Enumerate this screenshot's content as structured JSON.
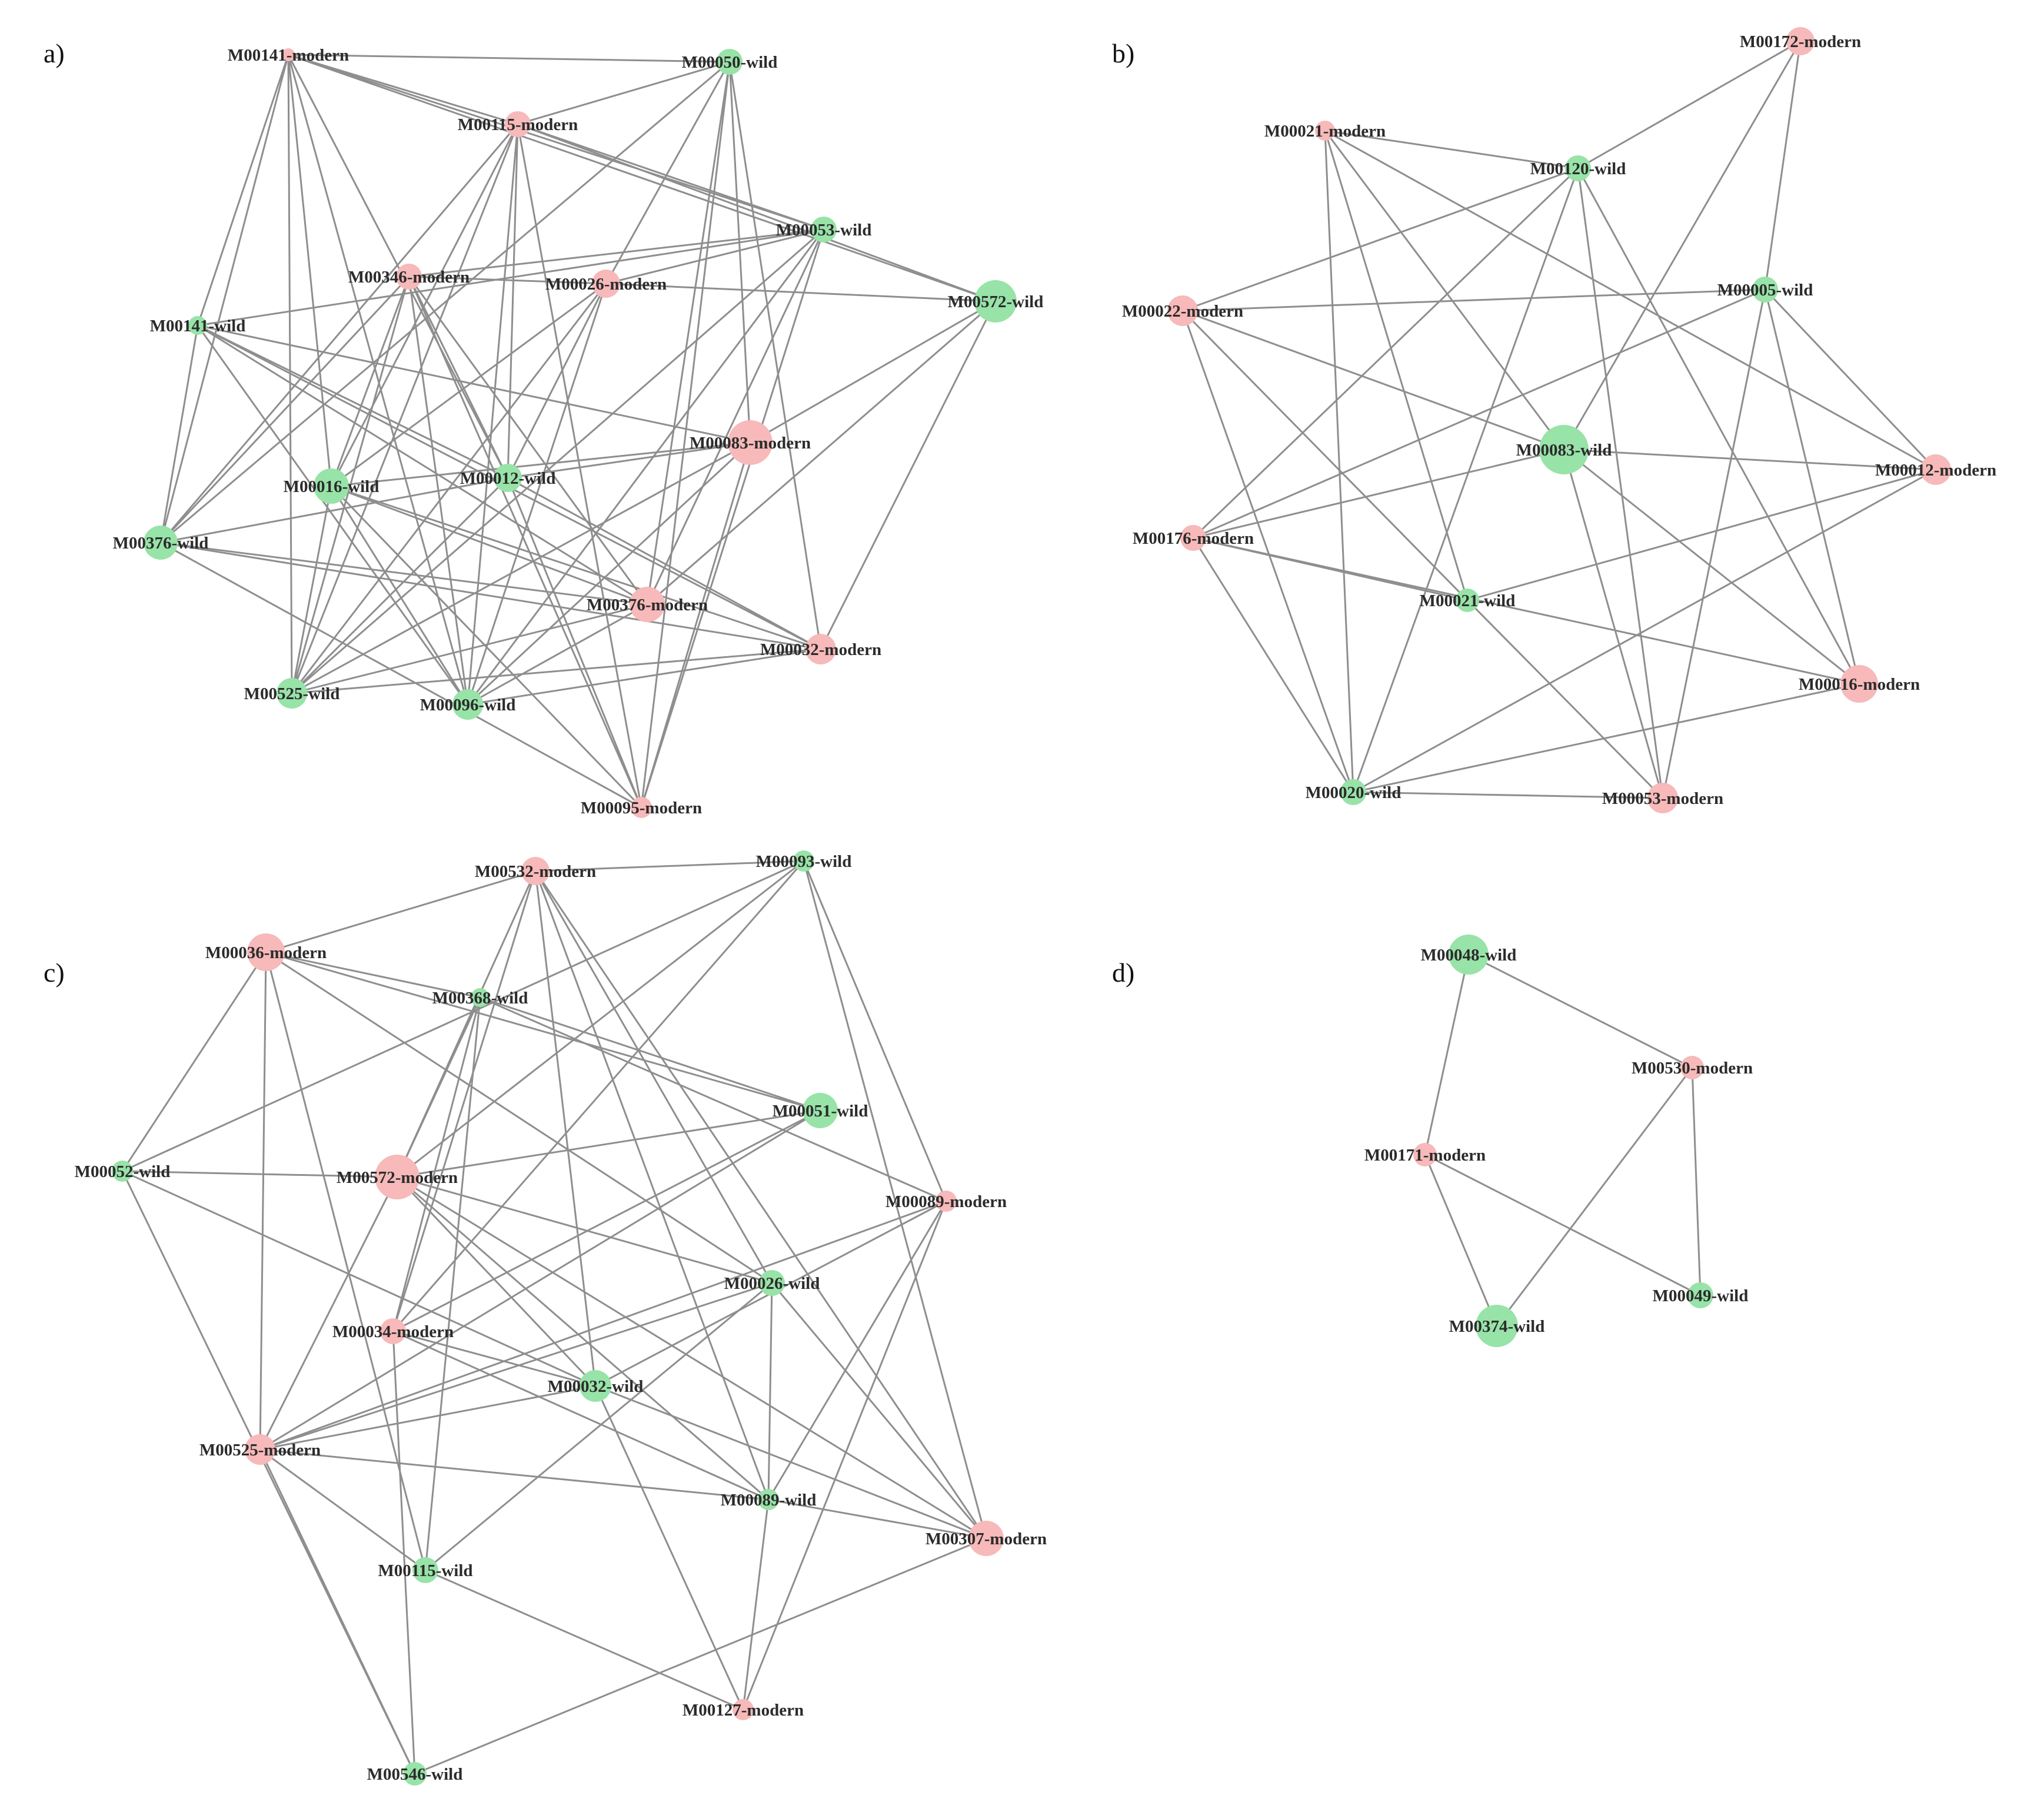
{
  "colors": {
    "modern": "#f7b9b9",
    "wild": "#98e3a8",
    "edge": "#8e8e8e"
  },
  "panels": [
    {
      "id": "a",
      "label": "a)",
      "nodes": [
        {
          "id": "a1",
          "label": "M00141-modern",
          "group": "modern"
        },
        {
          "id": "a2",
          "label": "M00050-wild",
          "group": "wild"
        },
        {
          "id": "a3",
          "label": "M00115-modern",
          "group": "modern"
        },
        {
          "id": "a4",
          "label": "M00053-wild",
          "group": "wild"
        },
        {
          "id": "a5",
          "label": "M00346-modern",
          "group": "modern"
        },
        {
          "id": "a6",
          "label": "M00026-modern",
          "group": "modern"
        },
        {
          "id": "a7",
          "label": "M00572-wild",
          "group": "wild"
        },
        {
          "id": "a8",
          "label": "M00141-wild",
          "group": "wild"
        },
        {
          "id": "a9",
          "label": "M00083-modern",
          "group": "modern"
        },
        {
          "id": "a10",
          "label": "M00016-wild",
          "group": "wild"
        },
        {
          "id": "a11",
          "label": "M00012-wild",
          "group": "wild"
        },
        {
          "id": "a12",
          "label": "M00376-wild",
          "group": "wild"
        },
        {
          "id": "a13",
          "label": "M00376-modern",
          "group": "modern"
        },
        {
          "id": "a14",
          "label": "M00032-modern",
          "group": "modern"
        },
        {
          "id": "a15",
          "label": "M00525-wild",
          "group": "wild"
        },
        {
          "id": "a16",
          "label": "M00096-wild",
          "group": "wild"
        },
        {
          "id": "a17",
          "label": "M00095-modern",
          "group": "modern"
        }
      ],
      "edges": [
        [
          "a1",
          "a2"
        ],
        [
          "a1",
          "a3"
        ],
        [
          "a1",
          "a4"
        ],
        [
          "a1",
          "a7"
        ],
        [
          "a1",
          "a8"
        ],
        [
          "a1",
          "a10"
        ],
        [
          "a1",
          "a11"
        ],
        [
          "a1",
          "a12"
        ],
        [
          "a1",
          "a15"
        ],
        [
          "a1",
          "a16"
        ],
        [
          "a2",
          "a3"
        ],
        [
          "a2",
          "a6"
        ],
        [
          "a2",
          "a9"
        ],
        [
          "a2",
          "a12"
        ],
        [
          "a2",
          "a13"
        ],
        [
          "a2",
          "a14"
        ],
        [
          "a2",
          "a17"
        ],
        [
          "a3",
          "a4"
        ],
        [
          "a3",
          "a7"
        ],
        [
          "a3",
          "a10"
        ],
        [
          "a3",
          "a11"
        ],
        [
          "a3",
          "a12"
        ],
        [
          "a3",
          "a15"
        ],
        [
          "a3",
          "a16"
        ],
        [
          "a3",
          "a17"
        ],
        [
          "a4",
          "a5"
        ],
        [
          "a4",
          "a6"
        ],
        [
          "a4",
          "a8"
        ],
        [
          "a4",
          "a13"
        ],
        [
          "a4",
          "a15"
        ],
        [
          "a4",
          "a16"
        ],
        [
          "a4",
          "a17"
        ],
        [
          "a5",
          "a6"
        ],
        [
          "a5",
          "a10"
        ],
        [
          "a5",
          "a11"
        ],
        [
          "a5",
          "a12"
        ],
        [
          "a5",
          "a13"
        ],
        [
          "a5",
          "a15"
        ],
        [
          "a5",
          "a16"
        ],
        [
          "a5",
          "a17"
        ],
        [
          "a6",
          "a7"
        ],
        [
          "a6",
          "a10"
        ],
        [
          "a6",
          "a11"
        ],
        [
          "a6",
          "a15"
        ],
        [
          "a6",
          "a16"
        ],
        [
          "a7",
          "a9"
        ],
        [
          "a7",
          "a13"
        ],
        [
          "a7",
          "a14"
        ],
        [
          "a8",
          "a9"
        ],
        [
          "a8",
          "a11"
        ],
        [
          "a8",
          "a12"
        ],
        [
          "a8",
          "a13"
        ],
        [
          "a8",
          "a14"
        ],
        [
          "a8",
          "a16"
        ],
        [
          "a9",
          "a10"
        ],
        [
          "a9",
          "a11"
        ],
        [
          "a9",
          "a15"
        ],
        [
          "a9",
          "a16"
        ],
        [
          "a9",
          "a17"
        ],
        [
          "a10",
          "a13"
        ],
        [
          "a10",
          "a14"
        ],
        [
          "a10",
          "a15"
        ],
        [
          "a10",
          "a16"
        ],
        [
          "a10",
          "a17"
        ],
        [
          "a11",
          "a12"
        ],
        [
          "a11",
          "a14"
        ],
        [
          "a11",
          "a15"
        ],
        [
          "a11",
          "a17"
        ],
        [
          "a12",
          "a13"
        ],
        [
          "a12",
          "a14"
        ],
        [
          "a12",
          "a17"
        ],
        [
          "a13",
          "a15"
        ],
        [
          "a13",
          "a16"
        ],
        [
          "a14",
          "a15"
        ],
        [
          "a14",
          "a16"
        ]
      ]
    },
    {
      "id": "b",
      "label": "b)",
      "nodes": [
        {
          "id": "b1",
          "label": "M00172-modern",
          "group": "modern"
        },
        {
          "id": "b2",
          "label": "M00021-modern",
          "group": "modern"
        },
        {
          "id": "b3",
          "label": "M00120-wild",
          "group": "wild"
        },
        {
          "id": "b4",
          "label": "M00005-wild",
          "group": "wild"
        },
        {
          "id": "b5",
          "label": "M00022-modern",
          "group": "modern"
        },
        {
          "id": "b6",
          "label": "M00083-wild",
          "group": "wild"
        },
        {
          "id": "b7",
          "label": "M00012-modern",
          "group": "modern"
        },
        {
          "id": "b8",
          "label": "M00176-modern",
          "group": "modern"
        },
        {
          "id": "b9",
          "label": "M00021-wild",
          "group": "wild"
        },
        {
          "id": "b10",
          "label": "M00016-modern",
          "group": "modern"
        },
        {
          "id": "b11",
          "label": "M00020-wild",
          "group": "wild"
        },
        {
          "id": "b12",
          "label": "M00053-modern",
          "group": "modern"
        }
      ],
      "edges": [
        [
          "b1",
          "b3"
        ],
        [
          "b1",
          "b4"
        ],
        [
          "b1",
          "b6"
        ],
        [
          "b2",
          "b3"
        ],
        [
          "b2",
          "b6"
        ],
        [
          "b2",
          "b7"
        ],
        [
          "b2",
          "b9"
        ],
        [
          "b2",
          "b11"
        ],
        [
          "b3",
          "b5"
        ],
        [
          "b3",
          "b8"
        ],
        [
          "b3",
          "b10"
        ],
        [
          "b3",
          "b11"
        ],
        [
          "b3",
          "b12"
        ],
        [
          "b4",
          "b5"
        ],
        [
          "b4",
          "b7"
        ],
        [
          "b4",
          "b8"
        ],
        [
          "b4",
          "b10"
        ],
        [
          "b4",
          "b12"
        ],
        [
          "b5",
          "b6"
        ],
        [
          "b5",
          "b9"
        ],
        [
          "b5",
          "b11"
        ],
        [
          "b6",
          "b7"
        ],
        [
          "b6",
          "b8"
        ],
        [
          "b6",
          "b10"
        ],
        [
          "b6",
          "b12"
        ],
        [
          "b7",
          "b9"
        ],
        [
          "b7",
          "b11"
        ],
        [
          "b8",
          "b9"
        ],
        [
          "b8",
          "b11"
        ],
        [
          "b8",
          "b10"
        ],
        [
          "b9",
          "b12"
        ],
        [
          "b10",
          "b11"
        ],
        [
          "b11",
          "b12"
        ]
      ]
    },
    {
      "id": "c",
      "label": "c)",
      "nodes": [
        {
          "id": "c1",
          "label": "M00532-modern",
          "group": "modern"
        },
        {
          "id": "c2",
          "label": "M00093-wild",
          "group": "wild"
        },
        {
          "id": "c3",
          "label": "M00036-modern",
          "group": "modern"
        },
        {
          "id": "c4",
          "label": "M00368-wild",
          "group": "wild"
        },
        {
          "id": "c5",
          "label": "M00051-wild",
          "group": "wild"
        },
        {
          "id": "c6",
          "label": "M00052-wild",
          "group": "wild"
        },
        {
          "id": "c7",
          "label": "M00572-modern",
          "group": "modern"
        },
        {
          "id": "c8",
          "label": "M00089-modern",
          "group": "modern"
        },
        {
          "id": "c9",
          "label": "M00026-wild",
          "group": "wild"
        },
        {
          "id": "c10",
          "label": "M00034-modern",
          "group": "modern"
        },
        {
          "id": "c11",
          "label": "M00032-wild",
          "group": "wild"
        },
        {
          "id": "c12",
          "label": "M00525-modern",
          "group": "modern"
        },
        {
          "id": "c13",
          "label": "M00089-wild",
          "group": "wild"
        },
        {
          "id": "c14",
          "label": "M00307-modern",
          "group": "modern"
        },
        {
          "id": "c15",
          "label": "M00115-wild",
          "group": "wild"
        },
        {
          "id": "c16",
          "label": "M00127-modern",
          "group": "modern"
        },
        {
          "id": "c17",
          "label": "M00546-wild",
          "group": "wild"
        }
      ],
      "edges": [
        [
          "c1",
          "c2"
        ],
        [
          "c1",
          "c3"
        ],
        [
          "c1",
          "c7"
        ],
        [
          "c1",
          "c9"
        ],
        [
          "c1",
          "c10"
        ],
        [
          "c1",
          "c11"
        ],
        [
          "c1",
          "c13"
        ],
        [
          "c1",
          "c14"
        ],
        [
          "c2",
          "c6"
        ],
        [
          "c2",
          "c7"
        ],
        [
          "c2",
          "c8"
        ],
        [
          "c2",
          "c10"
        ],
        [
          "c2",
          "c14"
        ],
        [
          "c3",
          "c4"
        ],
        [
          "c3",
          "c5"
        ],
        [
          "c3",
          "c6"
        ],
        [
          "c3",
          "c9"
        ],
        [
          "c3",
          "c12"
        ],
        [
          "c3",
          "c15"
        ],
        [
          "c4",
          "c5"
        ],
        [
          "c4",
          "c7"
        ],
        [
          "c4",
          "c8"
        ],
        [
          "c4",
          "c10"
        ],
        [
          "c4",
          "c15"
        ],
        [
          "c5",
          "c7"
        ],
        [
          "c5",
          "c10"
        ],
        [
          "c5",
          "c12"
        ],
        [
          "c6",
          "c7"
        ],
        [
          "c6",
          "c11"
        ],
        [
          "c6",
          "c17"
        ],
        [
          "c7",
          "c9"
        ],
        [
          "c7",
          "c11"
        ],
        [
          "c7",
          "c12"
        ],
        [
          "c7",
          "c13"
        ],
        [
          "c7",
          "c14"
        ],
        [
          "c8",
          "c11"
        ],
        [
          "c8",
          "c12"
        ],
        [
          "c8",
          "c13"
        ],
        [
          "c8",
          "c16"
        ],
        [
          "c9",
          "c12"
        ],
        [
          "c9",
          "c13"
        ],
        [
          "c9",
          "c14"
        ],
        [
          "c9",
          "c15"
        ],
        [
          "c10",
          "c11"
        ],
        [
          "c10",
          "c13"
        ],
        [
          "c10",
          "c17"
        ],
        [
          "c11",
          "c12"
        ],
        [
          "c11",
          "c14"
        ],
        [
          "c11",
          "c16"
        ],
        [
          "c12",
          "c13"
        ],
        [
          "c12",
          "c15"
        ],
        [
          "c12",
          "c17"
        ],
        [
          "c13",
          "c14"
        ],
        [
          "c13",
          "c16"
        ],
        [
          "c14",
          "c17"
        ],
        [
          "c15",
          "c16"
        ]
      ]
    },
    {
      "id": "d",
      "label": "d)",
      "nodes": [
        {
          "id": "d1",
          "label": "M00048-wild",
          "group": "wild"
        },
        {
          "id": "d2",
          "label": "M00530-modern",
          "group": "modern"
        },
        {
          "id": "d3",
          "label": "M00171-modern",
          "group": "modern"
        },
        {
          "id": "d4",
          "label": "M00049-wild",
          "group": "wild"
        },
        {
          "id": "d5",
          "label": "M00374-wild",
          "group": "wild"
        }
      ],
      "edges": [
        [
          "d1",
          "d2"
        ],
        [
          "d1",
          "d3"
        ],
        [
          "d2",
          "d4"
        ],
        [
          "d2",
          "d5"
        ],
        [
          "d3",
          "d4"
        ],
        [
          "d3",
          "d5"
        ]
      ]
    }
  ]
}
